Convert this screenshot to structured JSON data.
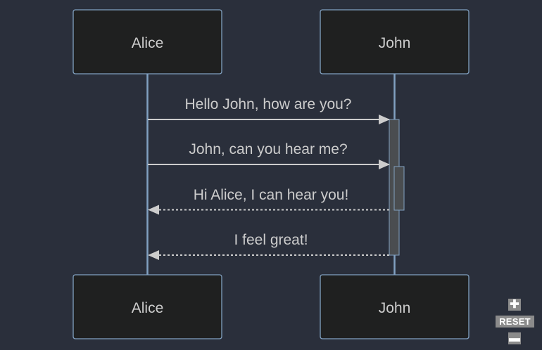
{
  "participants": {
    "alice": "Alice",
    "john": "John"
  },
  "messages": [
    "Hello John, how are you?",
    "John, can you hear me?",
    "Hi Alice, I can hear you!",
    "I feel great!"
  ],
  "zoom": {
    "in_symbol": "✚",
    "reset_label": "RESET",
    "out_symbol": "▬"
  },
  "colors": {
    "background": "#2a2f3b",
    "box_fill": "#1f2020",
    "box_stroke": "#81a1c1",
    "text": "#cccccc",
    "message_line": "#cccccc",
    "activation_fill": "#4a4d50"
  }
}
